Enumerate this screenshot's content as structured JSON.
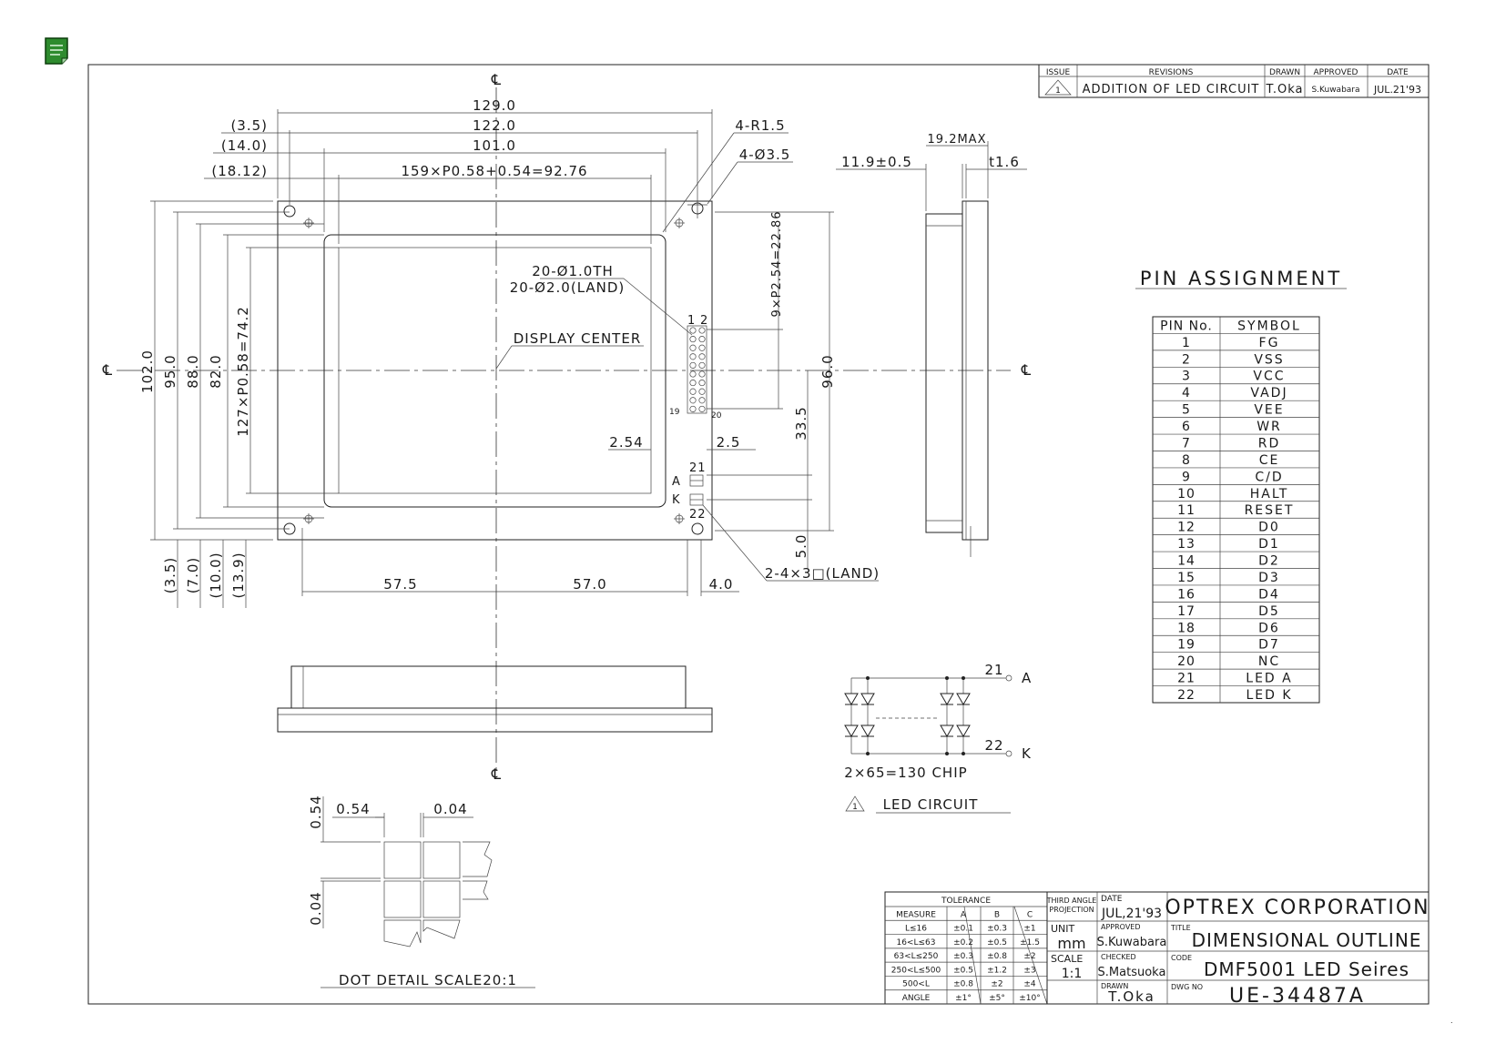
{
  "app_icon": {
    "name": "document-icon",
    "color": "#2e8b2e"
  },
  "revisions": {
    "headers": {
      "issue": "ISSUE",
      "revisions": "REVISIONS",
      "drawn": "DRAWN",
      "approved": "APPROVED",
      "date": "DATE"
    },
    "row": {
      "issue": "1",
      "text": "ADDITION OF LED CIRCUIT",
      "drawn": "T.Oka",
      "approved": "S.Kuwabara",
      "date": "JUL.21'93"
    }
  },
  "dimensions": {
    "overall_width": "129.0",
    "frame_width": "122.0",
    "viewing_width": "101.0",
    "dot_width": "159×P0.58+0.54=92.76",
    "off_3_5": "(3.5)",
    "off_14_0": "(14.0)",
    "off_18_12": "(18.12)",
    "corner_radius": "4-R1.5",
    "mount_holes": "4-Ø3.5",
    "pin_holes": "20-Ø1.0TH",
    "pin_lands": "20-Ø2.0(LAND)",
    "display_center": "DISPLAY CENTER",
    "pin_pitch": "9×P2.54=22.86",
    "h_102": "102.0",
    "h_95": "95.0",
    "h_88": "88.0",
    "h_82": "82.0",
    "dot_height": "127×P0.58=74.2",
    "h_96": "96.0",
    "h_33_5": "33.5",
    "h_5_0": "5.0",
    "pitch_2_54": "2.54",
    "pitch_2_5": "2.5",
    "left_57_5": "57.5",
    "right_57_0": "57.0",
    "edge_4_0": "4.0",
    "led_land": "2-4×3□(LAND)",
    "b_3_5": "(3.5)",
    "b_7_0": "(7.0)",
    "b_10_0": "(10.0)",
    "b_13_9": "(13.9)",
    "pin_1": "1",
    "pin_2": "2",
    "pin_19": "19",
    "pin_20": "20",
    "pin_21": "21",
    "pin_22": "22",
    "led_a": "A",
    "led_k": "K",
    "side_thickness": "19.2MAX",
    "side_pcb": "11.9±0.5",
    "side_t": "t1.6",
    "centerline": "℄"
  },
  "dot_detail": {
    "dot": "0.54",
    "gap": "0.04",
    "dot_v": "0.54",
    "gap_v": "0.04",
    "label": "DOT DETAIL SCALE20:1"
  },
  "led_circuit": {
    "title": "LED CIRCUIT",
    "chips": "2×65=130 CHIP",
    "a_pin": "21",
    "a_label": "A",
    "k_pin": "22",
    "k_label": "K",
    "issue_mark": "1"
  },
  "pin_assignment": {
    "title": "PIN ASSIGNMENT",
    "headers": [
      "PIN No.",
      "SYMBOL"
    ],
    "rows": [
      [
        "1",
        "FG"
      ],
      [
        "2",
        "VSS"
      ],
      [
        "3",
        "VCC"
      ],
      [
        "4",
        "VADJ"
      ],
      [
        "5",
        "VEE"
      ],
      [
        "6",
        "WR"
      ],
      [
        "7",
        "RD"
      ],
      [
        "8",
        "CE"
      ],
      [
        "9",
        "C/D"
      ],
      [
        "10",
        "HALT"
      ],
      [
        "11",
        "RESET"
      ],
      [
        "12",
        "D0"
      ],
      [
        "13",
        "D1"
      ],
      [
        "14",
        "D2"
      ],
      [
        "15",
        "D3"
      ],
      [
        "16",
        "D4"
      ],
      [
        "17",
        "D5"
      ],
      [
        "18",
        "D6"
      ],
      [
        "19",
        "D7"
      ],
      [
        "20",
        "NC"
      ],
      [
        "21",
        "LED A"
      ],
      [
        "22",
        "LED K"
      ]
    ]
  },
  "tolerance": {
    "title": "TOLERANCE",
    "headers": [
      "MEASURE",
      "A",
      "B",
      "C"
    ],
    "rows": [
      [
        "L≤16",
        "±0.1",
        "±0.3",
        "±1"
      ],
      [
        "16<L≤63",
        "±0.2",
        "±0.5",
        "±1.5"
      ],
      [
        "63<L≤250",
        "±0.3",
        "±0.8",
        "±2"
      ],
      [
        "250<L≤500",
        "±0.5",
        "±1.2",
        "±3"
      ],
      [
        "500<L",
        "±0.8",
        "±2",
        "±4"
      ],
      [
        "ANGLE",
        "±1°",
        "±5°",
        "±10°"
      ]
    ]
  },
  "title_block": {
    "projection": "THIRD ANGLE PROJECTION",
    "unit_label": "UNIT",
    "unit": "mm",
    "scale_label": "SCALE",
    "scale": "1:1",
    "date_label": "DATE",
    "date": "JUL,21'93",
    "approved_label": "APPROVED",
    "approved": "S.Kuwabara",
    "checked_label": "CHECKED",
    "checked": "S.Matsuoka",
    "drawn_label": "DRAWN",
    "drawn": "T.Oka",
    "company": "OPTREX CORPORATION",
    "title_label": "TITLE",
    "title": "DIMENSIONAL OUTLINE",
    "code_label": "CODE",
    "code": "DMF5001 LED Seires",
    "dwg_label": "DWG NO",
    "dwg_no": "UE-34487A"
  }
}
